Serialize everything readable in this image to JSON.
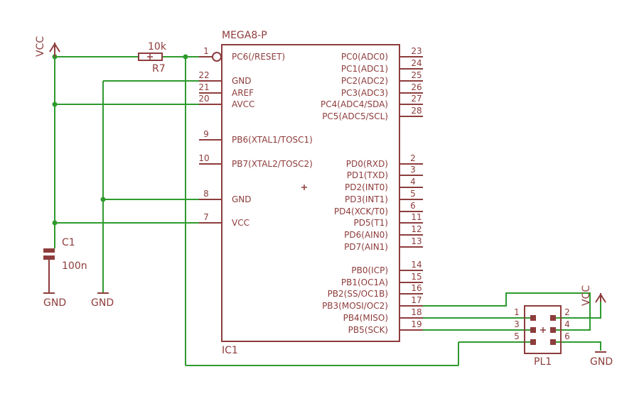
{
  "ic": {
    "name": "MEGA8-P",
    "ref": "IC1",
    "left_pins": [
      {
        "num": "1",
        "label": "PC6(/RESET)"
      },
      {
        "num": "22",
        "label": "GND"
      },
      {
        "num": "21",
        "label": "AREF"
      },
      {
        "num": "20",
        "label": "AVCC"
      },
      {
        "num": "9",
        "label": "PB6(XTAL1/TOSC1)"
      },
      {
        "num": "10",
        "label": "PB7(XTAL2/TOSC2)"
      },
      {
        "num": "8",
        "label": "GND"
      },
      {
        "num": "7",
        "label": "VCC"
      }
    ],
    "right_pins": [
      {
        "num": "23",
        "label": "PC0(ADC0)"
      },
      {
        "num": "24",
        "label": "PC1(ADC1)"
      },
      {
        "num": "25",
        "label": "PC2(ADC2)"
      },
      {
        "num": "26",
        "label": "PC3(ADC3)"
      },
      {
        "num": "27",
        "label": "PC4(ADC4/SDA)"
      },
      {
        "num": "28",
        "label": "PC5(ADC5/SCL)"
      },
      {
        "num": "2",
        "label": "PD0(RXD)"
      },
      {
        "num": "3",
        "label": "PD1(TXD)"
      },
      {
        "num": "4",
        "label": "PD2(INT0)"
      },
      {
        "num": "5",
        "label": "PD3(INT1)"
      },
      {
        "num": "6",
        "label": "PD4(XCK/T0)"
      },
      {
        "num": "11",
        "label": "PD5(T1)"
      },
      {
        "num": "12",
        "label": "PD6(AIN0)"
      },
      {
        "num": "13",
        "label": "PD7(AIN1)"
      },
      {
        "num": "14",
        "label": "PB0(ICP)"
      },
      {
        "num": "15",
        "label": "PB1(OC1A)"
      },
      {
        "num": "16",
        "label": "PB2(SS/OC1B)"
      },
      {
        "num": "17",
        "label": "PB3(MOSI/OC2)"
      },
      {
        "num": "18",
        "label": "PB4(MISO)"
      },
      {
        "num": "19",
        "label": "PB5(SCK)"
      }
    ]
  },
  "resistor": {
    "ref": "R7",
    "value": "10k"
  },
  "capacitor": {
    "ref": "C1",
    "value": "100n"
  },
  "header": {
    "ref": "PL1",
    "pins": [
      "1",
      "2",
      "3",
      "4",
      "5",
      "6"
    ]
  },
  "supply": {
    "vcc_left": "VCC",
    "vcc_right": "VCC",
    "gnd_c1": "GND",
    "gnd_mid": "GND",
    "gnd_header": "GND"
  },
  "colors": {
    "part": "#8e3c3c",
    "wire": "#2e9a2e"
  }
}
